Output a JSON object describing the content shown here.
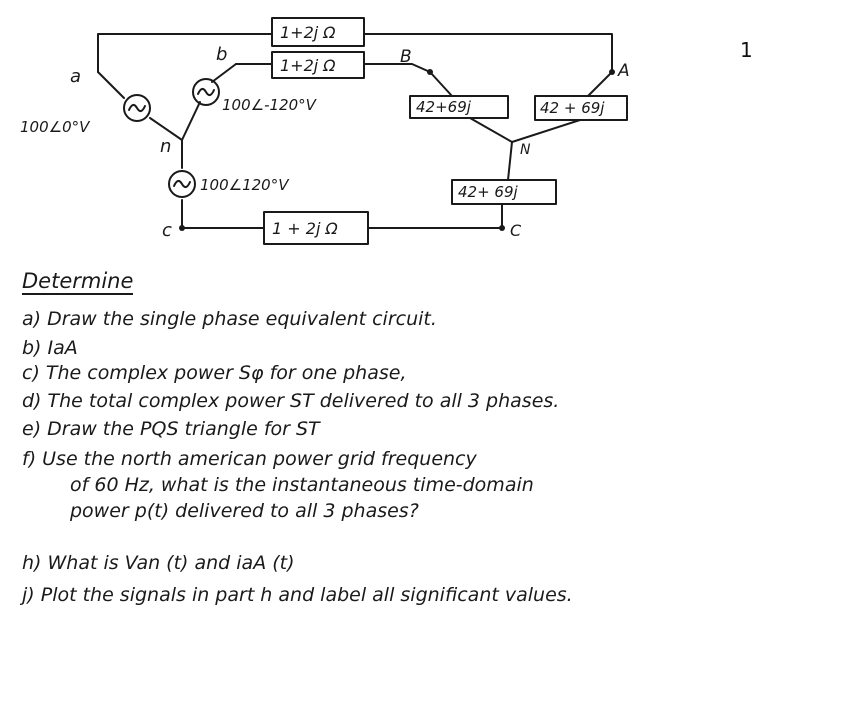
{
  "page_number": "1",
  "circuit": {
    "nodes": {
      "a": "a",
      "b": "b",
      "c": "c",
      "n": "n",
      "A": "A",
      "B": "B",
      "C": "C",
      "N": "N"
    },
    "sources": {
      "a": "100∠0°V",
      "b": "100∠-120°V",
      "c": "100∠120°V"
    },
    "line_impedances": {
      "top": "1+2j Ω",
      "middle": "1+2j Ω",
      "bottom": "1 + 2j Ω"
    },
    "load_impedances": {
      "B": "42+69j",
      "A": "42 + 69j",
      "C": "42+ 69j"
    }
  },
  "questions": {
    "heading": "Determine",
    "a": "a) Draw the single phase equivalent circuit.",
    "b": "b) IaA",
    "c": "c) The   complex power Sφ for one phase,",
    "d": "d) The total complex power ST delivered to all 3 phases.",
    "e": "e) Draw the PQS triangle for ST",
    "f1": "f) Use the north american power grid frequency",
    "f2": "of 60 Hz, what is the instantaneous time-domain",
    "f3": "power p(t) delivered to all 3 phases?",
    "h": "h) What is Van (t) and iaA (t)",
    "j": "j) Plot the signals in part h and label all significant values."
  }
}
